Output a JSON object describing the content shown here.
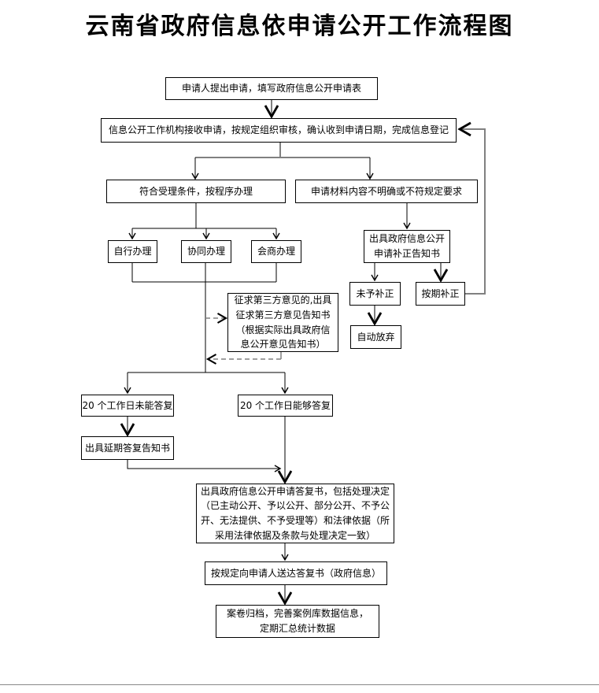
{
  "title": "云南省政府信息依申请公开工作流程图",
  "nodes": {
    "apply": {
      "text": "申请人提出申请，填写政府信息公开申请表"
    },
    "receive": {
      "text": "信息公开工作机构接收申请，按规定组织审核，确认收到申请日期，完成信息登记"
    },
    "qualify": {
      "text": "符合受理条件，按程序办理"
    },
    "unclear": {
      "text": "申请材料内容不明确或不符规定要求"
    },
    "self_handle": {
      "text": "自行办理"
    },
    "co_handle": {
      "text": "协同办理"
    },
    "consult_handle": {
      "text": "会商办理"
    },
    "supplement_notice": {
      "text": "出具政府信息公开申请补正告知书"
    },
    "no_supplement": {
      "text": "未予补正"
    },
    "ontime_supplement": {
      "text": "按期补正"
    },
    "auto_abandon": {
      "text": "自动放弃"
    },
    "third_party": {
      "text": "征求第三方意见的,出具征求第三方意见告知书（根据实际出具政府信息公开意见告知书）"
    },
    "late_reply": {
      "text": "20 个工作日未能答复"
    },
    "able_reply": {
      "text": "20 个工作日能够答复"
    },
    "delay_notice": {
      "text": "出具延期答复告知书"
    },
    "reply_doc": {
      "text": "出具政府信息公开申请答复书，包括处理决定（已主动公开、予以公开、部分公开、不予公开、无法提供、不予受理等）和法律依据（所采用法律依据及条款与处理决定一致）"
    },
    "deliver": {
      "text": "按规定向申请人送达答复书（政府信息）"
    },
    "archive": {
      "text": "案卷归档，完善案例库数据信息，定期汇总统计数据"
    }
  },
  "colors": {
    "line_black": "#000000",
    "line_gray": "#808080",
    "box_border": "#000000",
    "background": "#ffffff",
    "text": "#000000"
  }
}
